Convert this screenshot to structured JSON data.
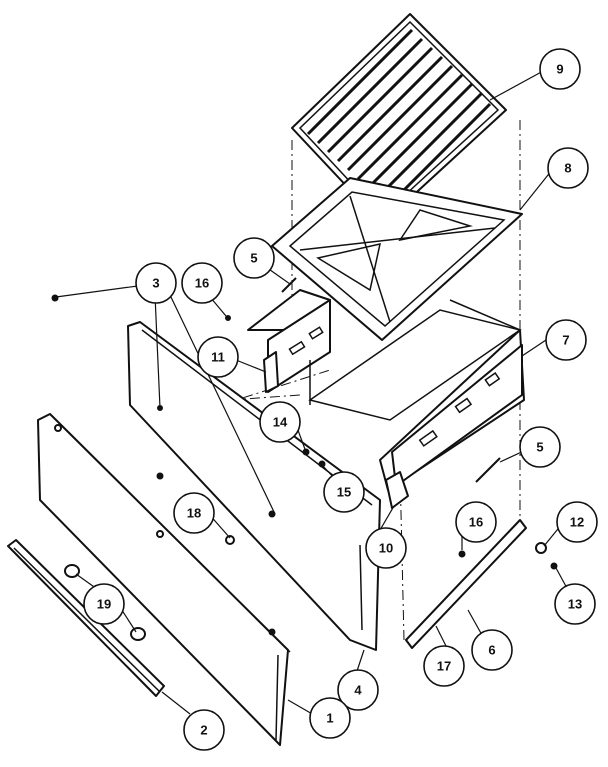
{
  "callouts": {
    "c1": "1",
    "c2": "2",
    "c3": "3",
    "c4": "4",
    "c5a": "5",
    "c5b": "5",
    "c6": "6",
    "c7": "7",
    "c8": "8",
    "c9": "9",
    "c10": "10",
    "c11": "11",
    "c12": "12",
    "c13": "13",
    "c14": "14",
    "c15": "15",
    "c16a": "16",
    "c16b": "16",
    "c17": "17",
    "c18": "18",
    "c19": "19"
  }
}
